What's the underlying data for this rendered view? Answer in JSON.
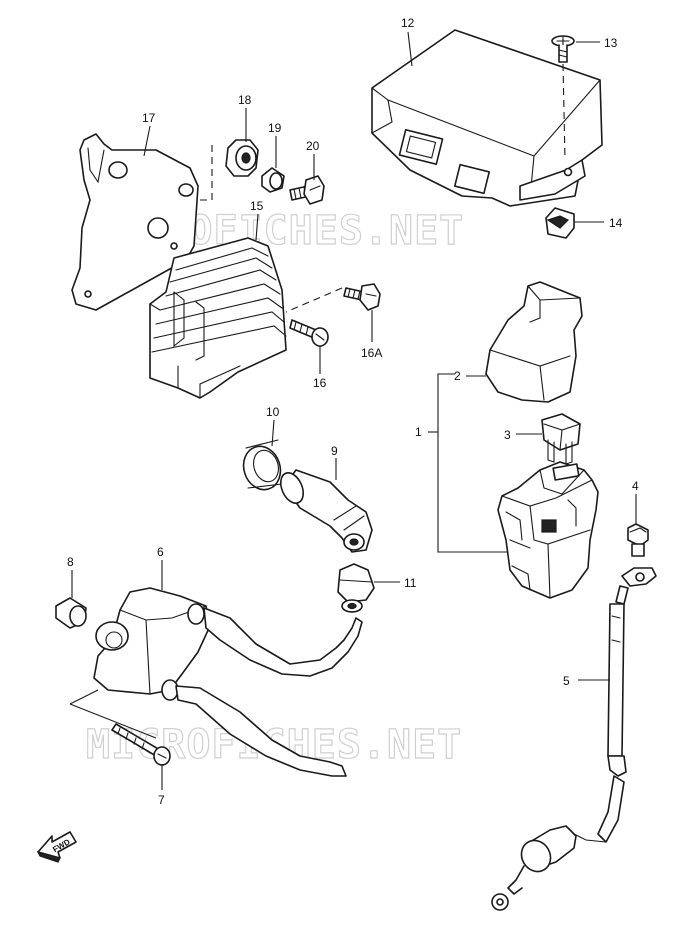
{
  "callouts": {
    "c1": "1",
    "c2": "2",
    "c3": "3",
    "c4": "4",
    "c5": "5",
    "c6": "6",
    "c7": "7",
    "c8": "8",
    "c9": "9",
    "c10": "10",
    "c11": "11",
    "c12": "12",
    "c13": "13",
    "c14": "14",
    "c15": "15",
    "c16": "16",
    "c16a": "16A",
    "c17": "17",
    "c18": "18",
    "c19": "19",
    "c20": "20"
  },
  "watermark": "MICROFICHES.NET",
  "fwd_label": "FWD",
  "colors": {
    "line": "#1a1a1a",
    "watermark_stroke": "#d0d0d0",
    "background": "#ffffff"
  }
}
